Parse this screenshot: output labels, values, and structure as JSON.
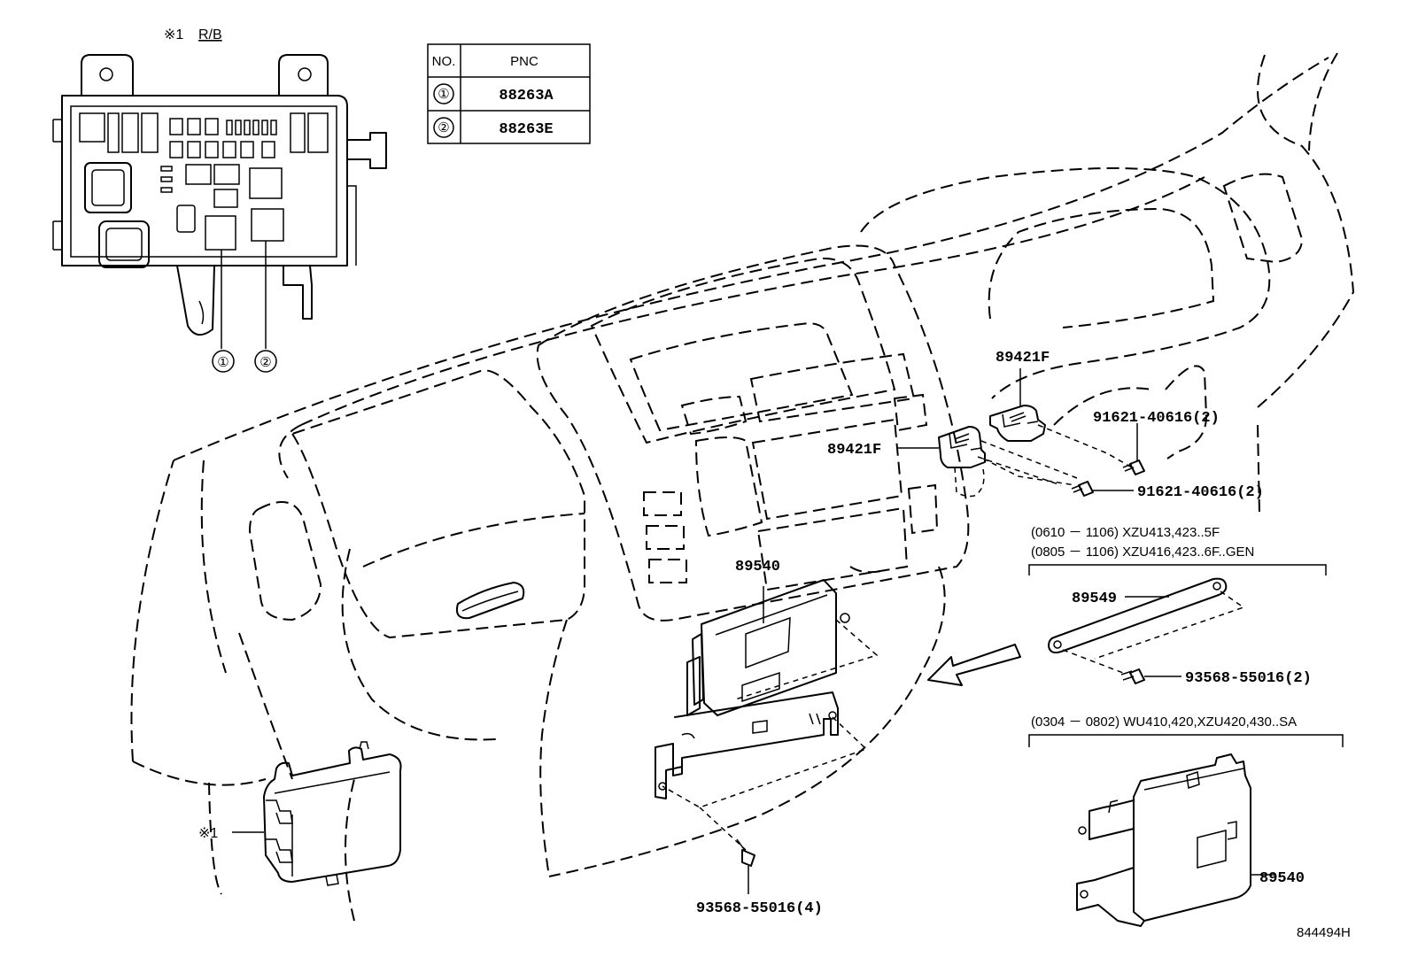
{
  "pnc_table": {
    "header_no": "NO.",
    "header_pnc": "PNC",
    "rows": [
      {
        "no": "①",
        "pnc": "88263A"
      },
      {
        "no": "②",
        "pnc": "88263E"
      }
    ]
  },
  "relay_block": {
    "title_mark": "※1",
    "title_text": "R/B",
    "callout_1": "①",
    "callout_2": "②",
    "ref_mark": "※1"
  },
  "parts": {
    "sensor_upper": "89421F",
    "sensor_lower": "89421F",
    "bolt_upper": "91621-40616(2)",
    "bolt_lower": "91621-40616(2)",
    "ecu_main": "89540",
    "screw_bottom": "93568-55016(4)",
    "bracket": "89549",
    "screw_bracket": "93568-55016(2)",
    "ecu_variant": "89540"
  },
  "notes": {
    "variant_a_line1": "(0610 － 1106) XZU413,423..5F",
    "variant_a_line2": "(0805 － 1106) XZU416,423..6F..GEN",
    "variant_b": "(0304 － 0802) WU410,420,XZU420,430..SA"
  },
  "illustration_id": "844494H"
}
